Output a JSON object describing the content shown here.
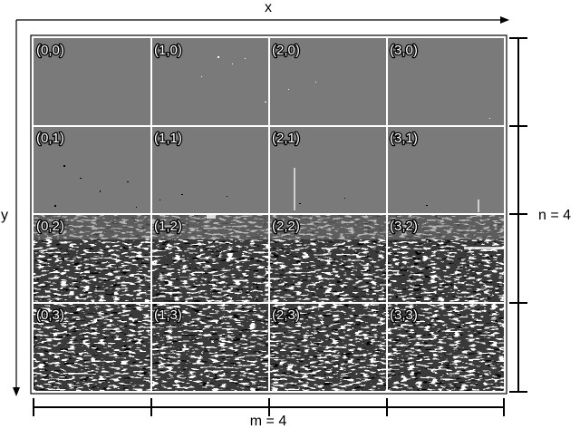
{
  "axes": {
    "x_label": "x",
    "y_label": "y"
  },
  "grid": {
    "columns": 4,
    "rows": 4,
    "cell_labels": [
      [
        "(0,0)",
        "(1,0)",
        "(2,0)",
        "(3,0)"
      ],
      [
        "(0,1)",
        "(1,1)",
        "(2,1)",
        "(3,1)"
      ],
      [
        "(0,2)",
        "(1,2)",
        "(2,2)",
        "(3,2)"
      ],
      [
        "(0,3)",
        "(1,3)",
        "(2,3)",
        "(3,3)"
      ]
    ]
  },
  "dimensions": {
    "m_label": "m = 4",
    "n_label": "n = 4"
  },
  "image_content": {
    "sky_color": "#7a7a7a",
    "sea_texture": "black-and-white noise (ocean surface)",
    "grid_line_color": "#ffffff"
  }
}
